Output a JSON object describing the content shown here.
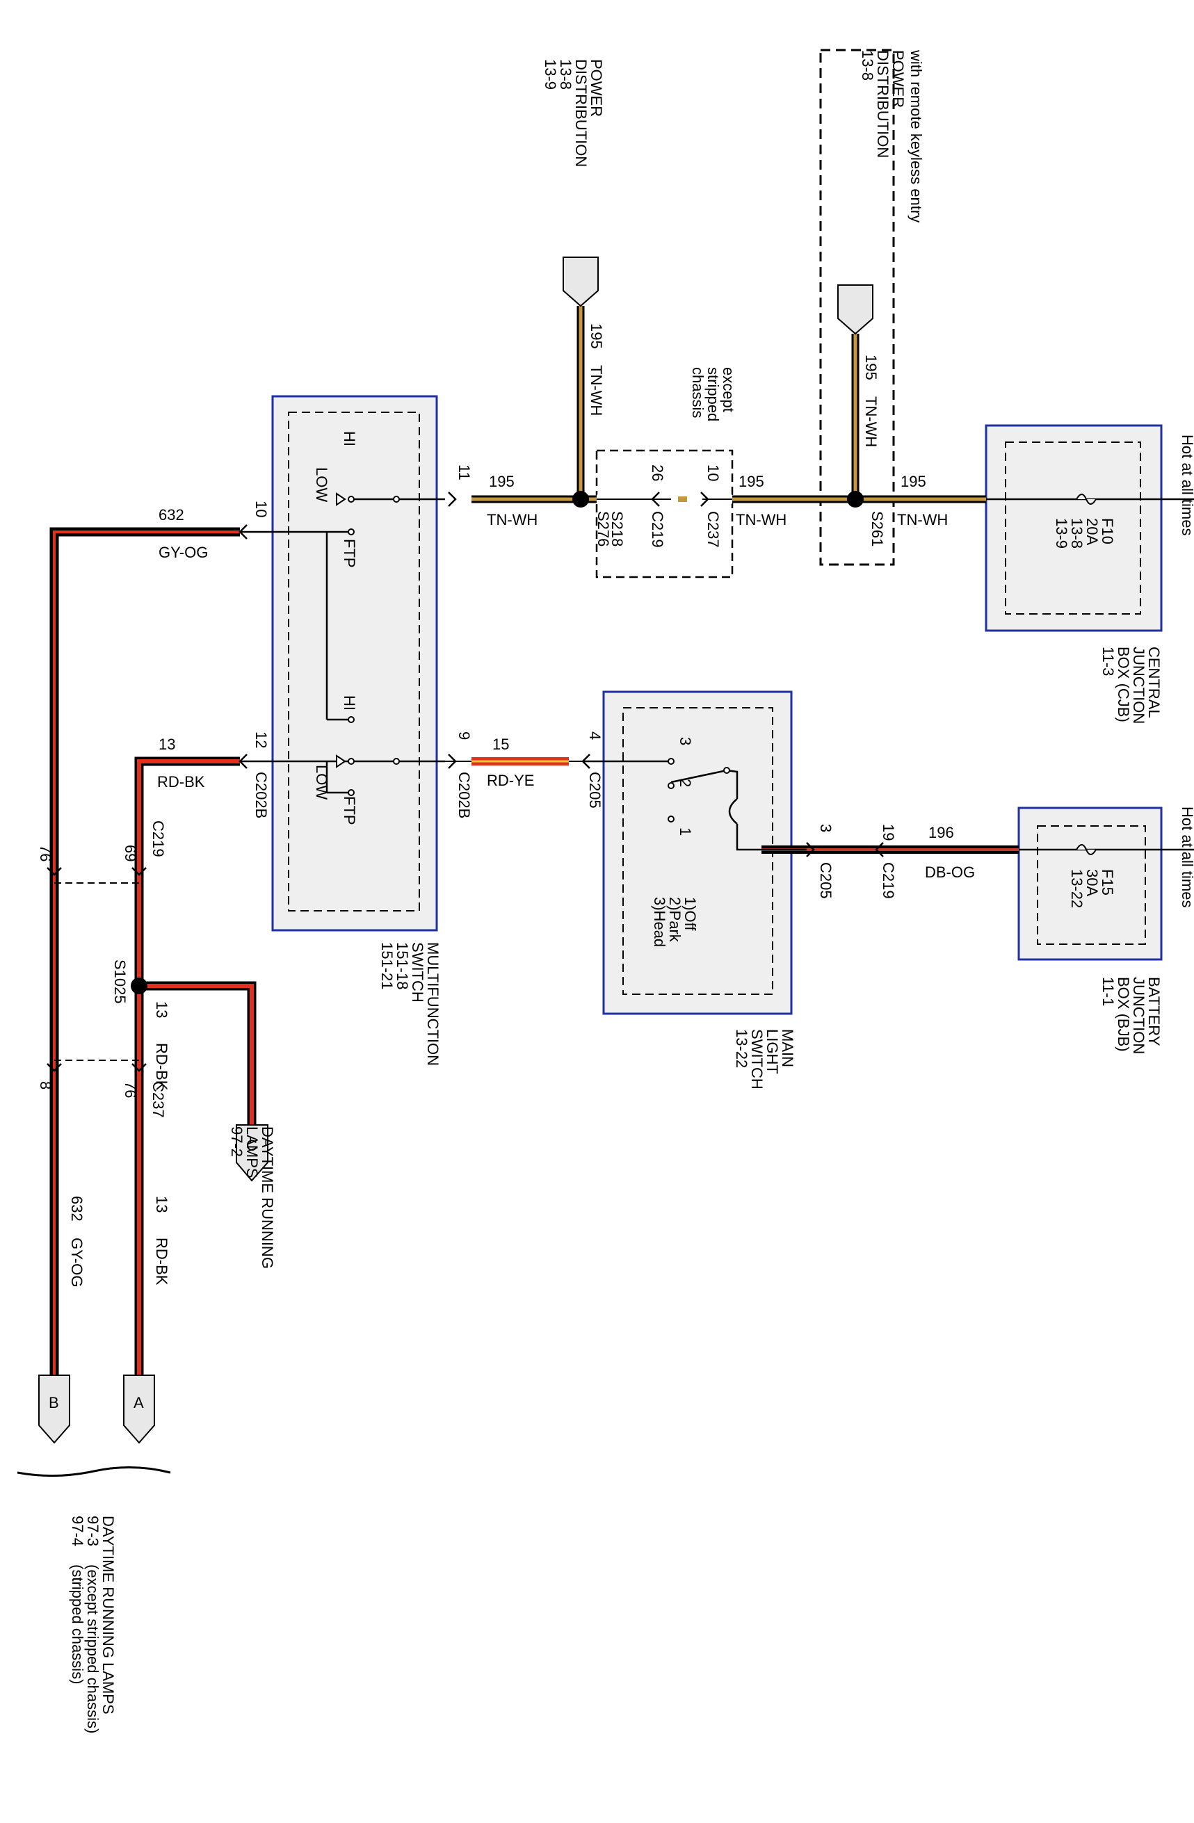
{
  "power_distribution_1": {
    "title": "POWER",
    "title2": "DISTRIBUTION",
    "ref1": "13-8",
    "ref2": "13-9"
  },
  "power_distribution_2": {
    "note": "with remote keyless entry",
    "title": "POWER",
    "title2": "DISTRIBUTION",
    "ref1": "13-8"
  },
  "except_stripped": {
    "l1": "except",
    "l2": "stripped",
    "l3": "chassis"
  },
  "hot_at_all_times": "Hot at all times",
  "cjb": {
    "fuse": "F10",
    "amps": "20A",
    "ref1": "13-8",
    "ref2": "13-9",
    "name1": "CENTRAL",
    "name2": "JUNCTION",
    "name3": "BOX (CJB)",
    "ref3": "11-3"
  },
  "bjb": {
    "fuse": "F15",
    "amps": "30A",
    "ref1": "13-22",
    "name1": "BATTERY",
    "name2": "JUNCTION",
    "name3": "BOX (BJB)",
    "ref3": "11-1"
  },
  "main_light_switch": {
    "name1": "MAIN",
    "name2": "LIGHT",
    "name3": "SWITCH",
    "ref": "13-22",
    "pos1": "1)Off",
    "pos2": "2)Park",
    "pos3": "3)Head",
    "t1": "1",
    "t2": "2",
    "t3": "3"
  },
  "multifunction_switch": {
    "name1": "MULTIFUNCTION",
    "name2": "SWITCH",
    "ref1": "151-18",
    "ref2": "151-21",
    "hi": "HI",
    "low": "LOW",
    "ftp": "FTP"
  },
  "wires": {
    "w195": "195",
    "tnwh": "TN-WH",
    "w196": "196",
    "dbog": "DB-OG",
    "w15": "15",
    "rdye": "RD-YE",
    "w632": "632",
    "gyog": "GY-OG",
    "w13": "13",
    "rdbk": "RD-BK"
  },
  "connectors": {
    "c202b": "C202B",
    "c205": "C205",
    "c219": "C219",
    "c237": "C237",
    "s276": "S276",
    "s218": "S218",
    "s261": "S261",
    "s1025": "S1025"
  },
  "pins": {
    "p11": "11",
    "p10": "10",
    "p26": "26",
    "p9": "9",
    "p12": "12",
    "p4": "4",
    "p3": "3",
    "p19": "19",
    "p69": "69",
    "p76": "76",
    "p8": "8"
  },
  "drl_c": {
    "letter": "C",
    "name1": "DAYTIME RUNNING",
    "name2": "LAMPS",
    "ref": "97-2"
  },
  "drl_ab": {
    "a": "A",
    "b": "B",
    "name": "DAYTIME RUNNING LAMPS",
    "ref1": "97-3",
    "note1": "(except stripped chassis)",
    "ref2": "97-4",
    "note2": "(stripped chassis)"
  }
}
